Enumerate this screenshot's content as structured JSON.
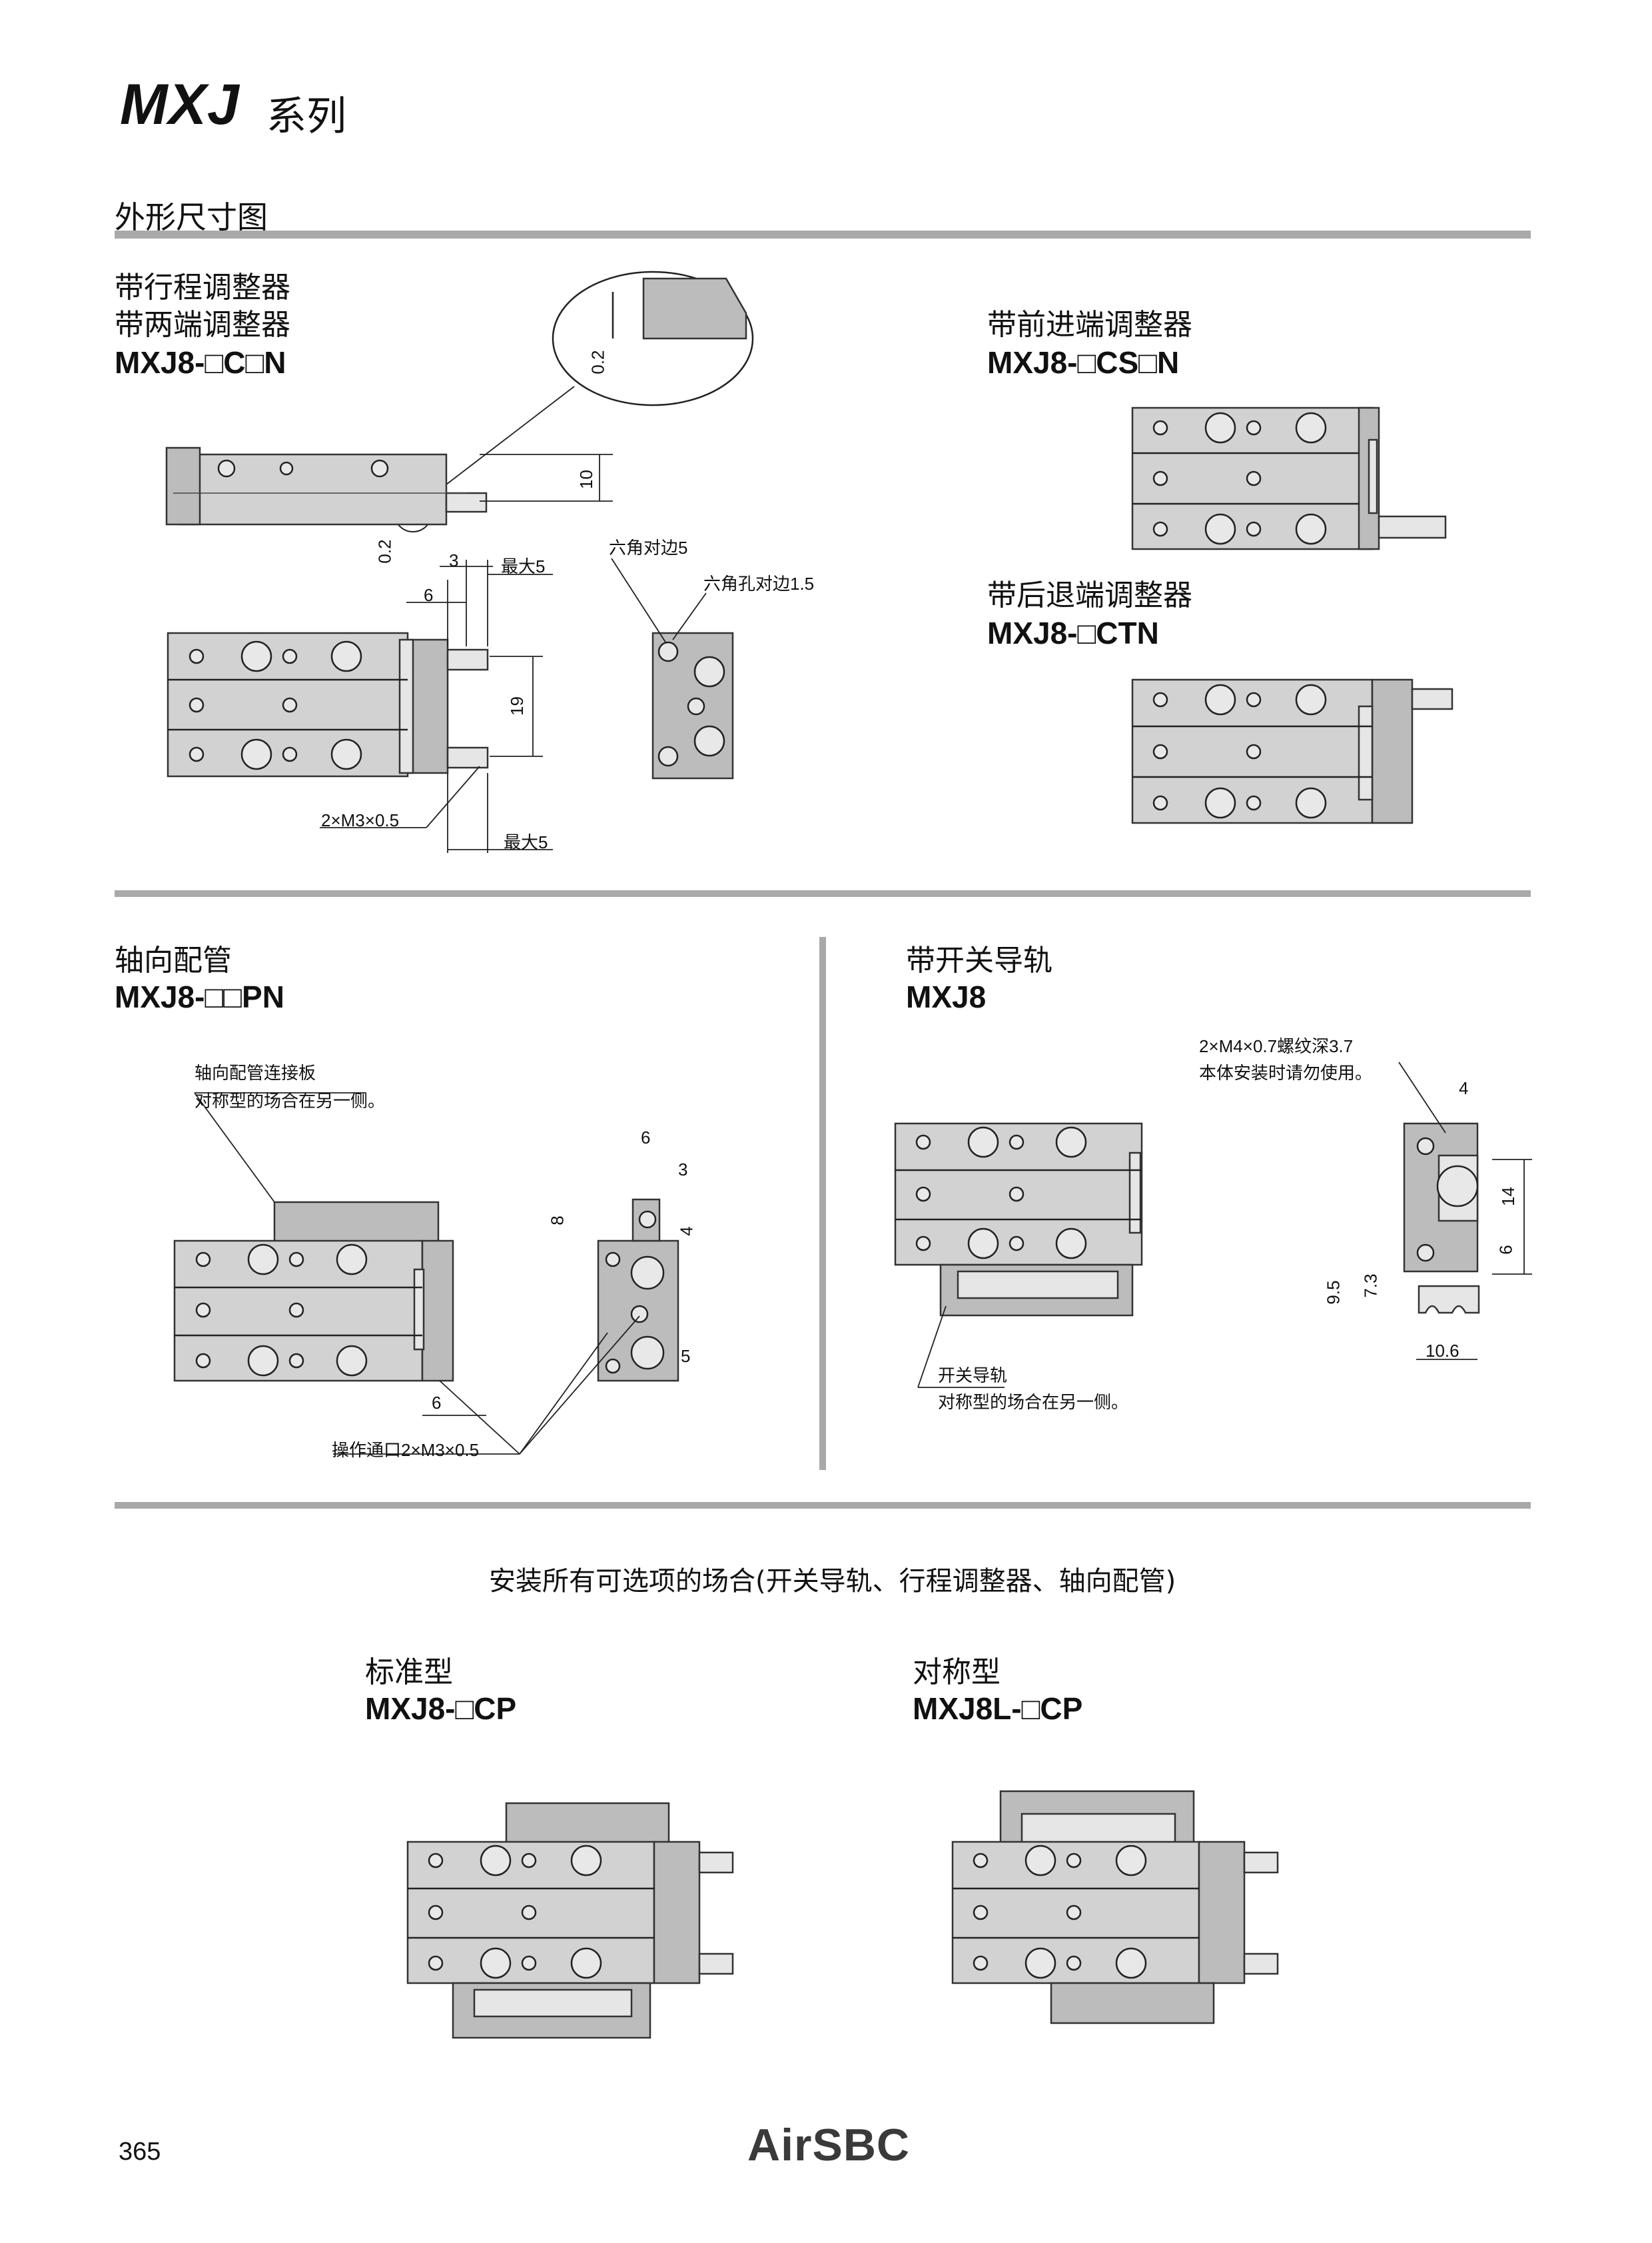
{
  "header": {
    "series_code": "MXJ",
    "series_suffix": "系列",
    "section_title": "外形尺寸图"
  },
  "panels": {
    "stroke_adjuster": {
      "title_line1": "带行程调整器",
      "title_line2": "带两端调整器",
      "model": "MXJ8-□C□N",
      "labels": {
        "d_0_2_detail": "0.2",
        "d_10": "10",
        "d_0_2": "0.2",
        "d_3": "3",
        "d_6": "6",
        "max5_top": "最大5",
        "d_19": "19",
        "thread": "2×M3×0.5",
        "max5_bottom": "最大5",
        "hex_width": "六角对边5",
        "hex_socket": "六角孔对边1.5"
      }
    },
    "front_adjuster": {
      "title": "带前进端调整器",
      "model": "MXJ8-□CS□N"
    },
    "rear_adjuster": {
      "title": "带后退端调整器",
      "model": "MXJ8-□CTN"
    },
    "axial_piping": {
      "title": "轴向配管",
      "model": "MXJ8-□□PN",
      "labels": {
        "plate_line1": "轴向配管连接板",
        "plate_line2": "对称型的场合在另一侧。",
        "d_6_bottom": "6",
        "port": "操作通口2×M3×0.5",
        "d_6_top": "6",
        "d_3": "3",
        "d_8": "8",
        "d_4": "4",
        "d_5": "5"
      }
    },
    "switch_rail": {
      "title": "带开关导轨",
      "model": "MXJ8",
      "labels": {
        "thread_line1": "2×M4×0.7螺纹深3.7",
        "thread_line2": "本体安装时请勿使用。",
        "d_4": "4",
        "d_14": "14",
        "d_6": "6",
        "d_9_5": "9.5",
        "d_7_3": "7.3",
        "d_10_6": "10.6",
        "rail_line1": "开关导轨",
        "rail_line2": "对称型的场合在另一侧。"
      }
    }
  },
  "all_options": {
    "caption": "安装所有可选项的场合(开关导轨、行程调整器、轴向配管)",
    "standard": {
      "title": "标准型",
      "model": "MXJ8-□CP"
    },
    "symmetric": {
      "title": "对称型",
      "model": "MXJ8L-□CP"
    }
  },
  "footer": {
    "page_number": "365",
    "brand": "AirSBC"
  }
}
